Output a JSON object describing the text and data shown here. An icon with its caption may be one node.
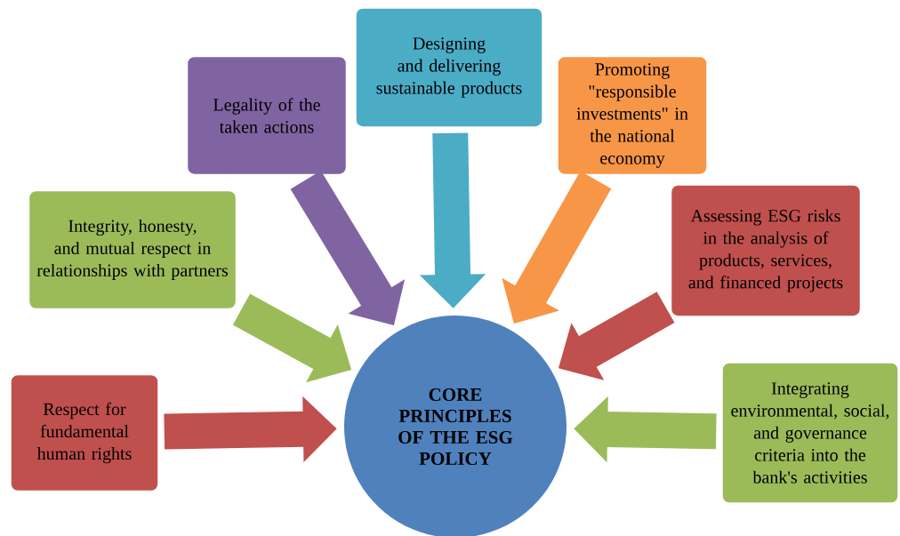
{
  "diagram": {
    "nodes": [
      {
        "text": [
          "CORE PRINCIPLES OF THE ESG POLICY"
        ]
      },
      {
        "text": [
          "Respect for fundamental human rights"
        ]
      },
      {
        "text": [
          "Integrity, honesty, and mutual respect in relationships with partners"
        ]
      },
      {
        "text": [
          "Legality of the taken actions"
        ]
      },
      {
        "text": [
          "Designing and delivering sustainable products"
        ]
      },
      {
        "text": [
          "Promoting \"responsible investments\" in the national economy"
        ]
      },
      {
        "text": [
          "Assessing ESG risks in the analysis of products, services, and financed projects"
        ]
      },
      {
        "text": [
          "Integrating environmental, social, and governance criteria into the bank's activities"
        ]
      }
    ],
    "edges": [
      {
        "from": 1,
        "to": 0,
        "arrow": "to",
        "color": "#c0504d"
      },
      {
        "from": 2,
        "to": 0,
        "arrow": "to",
        "color": "#9bbb59"
      },
      {
        "from": 3,
        "to": 0,
        "arrow": "to",
        "color": "#8064a2"
      },
      {
        "from": 4,
        "to": 0,
        "arrow": "to",
        "color": "#4bacc6"
      },
      {
        "from": 5,
        "to": 0,
        "arrow": "to",
        "color": "#f79646"
      },
      {
        "from": 6,
        "to": 0,
        "arrow": "to",
        "color": "#c0504d"
      },
      {
        "from": 7,
        "to": 0,
        "arrow": "to",
        "color": "#9bbb59"
      }
    ]
  }
}
